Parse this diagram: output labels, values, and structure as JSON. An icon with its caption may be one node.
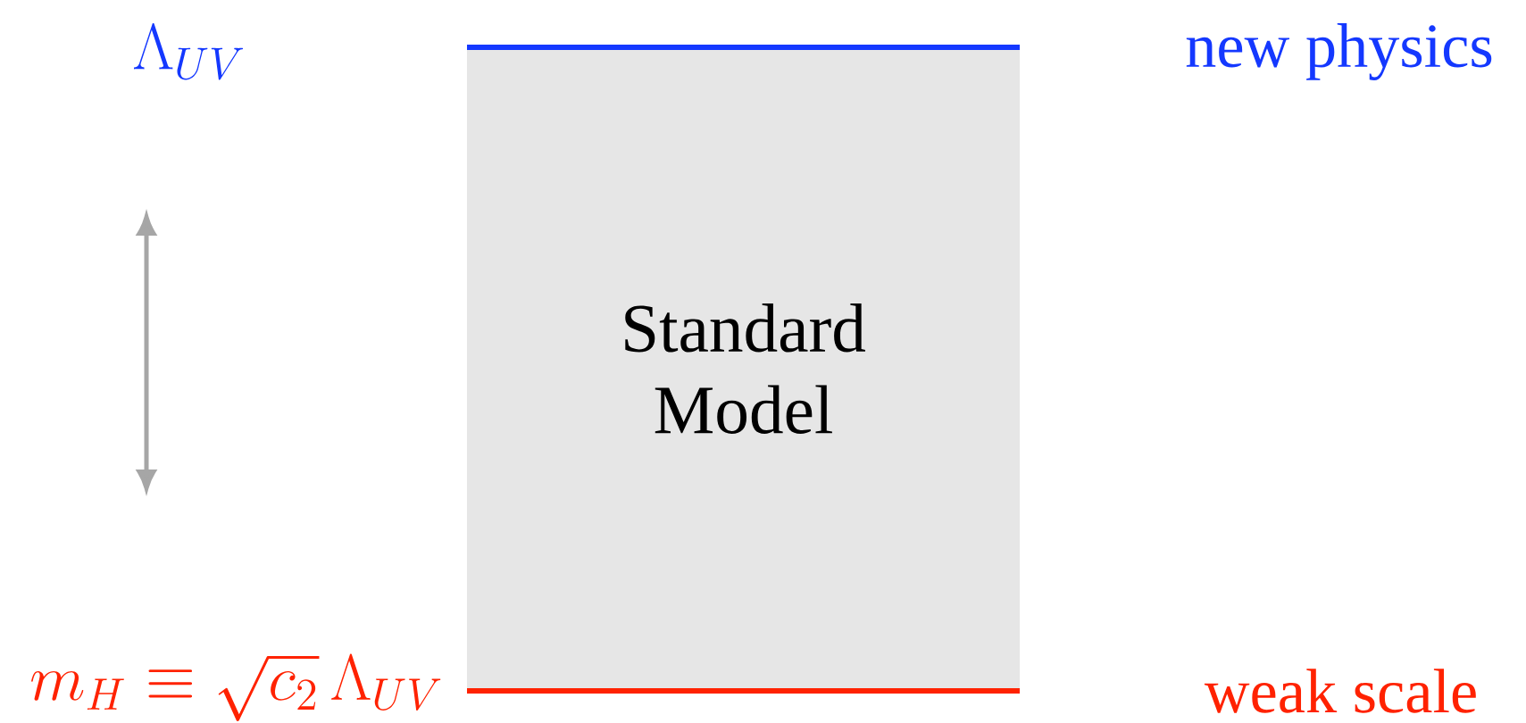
{
  "diagram": {
    "nodes": [
      {
        "text": [
          "Standard Model"
        ]
      }
    ],
    "labels": [
      "\\Lambda_{UV}",
      "new physics",
      "m_H \\equiv \\sqrt{c_2}\\,\\Lambda_{UV}",
      "weak scale"
    ]
  }
}
